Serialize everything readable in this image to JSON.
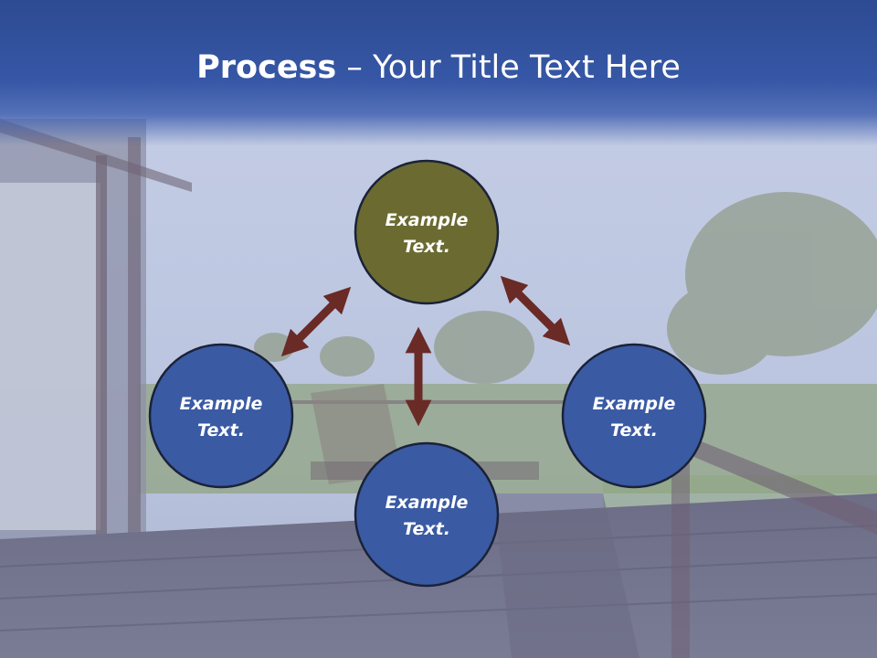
{
  "title": {
    "bold": "Process",
    "rest": " – Your Title Text Here"
  },
  "nodes": [
    {
      "line1": "Example",
      "line2": "Text.",
      "fill": "#6b6a31"
    },
    {
      "line1": "Example",
      "line2": "Text.",
      "fill": "#3a5aa3"
    },
    {
      "line1": "Example",
      "line2": "Text.",
      "fill": "#3a5aa3"
    },
    {
      "line1": "Example",
      "line2": "Text.",
      "fill": "#3a5aa3"
    }
  ],
  "colors": {
    "title_band": "#3657a6",
    "node_outline": "#1a2238",
    "arrow": "#6a2a26"
  }
}
